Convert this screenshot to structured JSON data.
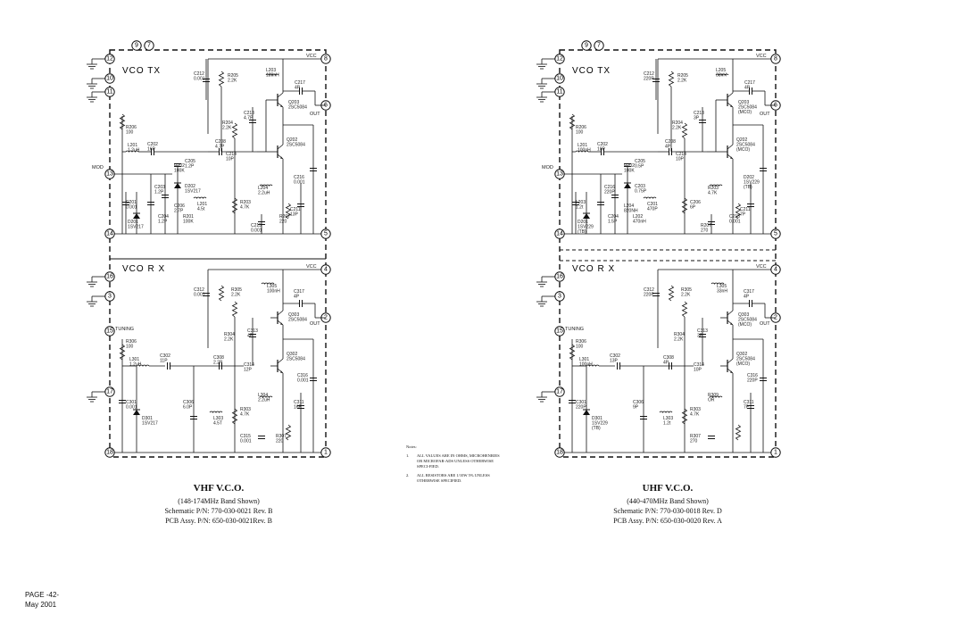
{
  "left": {
    "tx_label": "VCO   TX",
    "rx_label": "VCO   R X",
    "title": "VHF V.C.O.",
    "band": "(148-174MHz Band Shown)",
    "schematic": "Schematic P/N: 770-030-0021 Rev. B",
    "pcb": "PCB Assy. P/N: 650-030-0021Rev. B",
    "pins_left": [
      "12",
      "10",
      "11",
      "13",
      "14",
      "16",
      "3",
      "15",
      "17",
      "18"
    ],
    "pins_top": [
      "9",
      "7"
    ],
    "pins_right": [
      "8",
      "6",
      "5",
      "4",
      "2",
      "1"
    ],
    "nets": [
      "VCC",
      "OUT",
      "MOD",
      "VCC",
      "OUT",
      "TUNING"
    ],
    "tx_parts": [
      "C212\n0.001",
      "R205\n2.2K",
      "L203\n180nH",
      "C217\n4P",
      "Q203\n2SC5084",
      "R206\n100",
      "C213\n4.7P",
      "R204\n2.2K",
      "L201\n1.2uH",
      "C202\n16P",
      "C208\n4.7P",
      "Q202\n2SC5084",
      "R202\n100K",
      "C205\n1.2P",
      "C214\n10P",
      "C203\n1.2P",
      "D202\n1SV217",
      "C216\n0.001",
      "C201\n0.001",
      "C206\n2.7P",
      "L201\n4.5t",
      "R203\n4.7K",
      "L204\n2.2uH",
      "C211\n13P",
      "D201\n1SV217",
      "C204\n1.2P",
      "R201\n100K",
      "C215\n0.001",
      "R207\n220"
    ],
    "rx_parts": [
      "C312\n0.001",
      "R305\n2.2K",
      "L305\n100nH",
      "C317\n4P",
      "Q303\n2SC5084",
      "R304\n2.2K",
      "C313\n4P",
      "R306\n100",
      "L301\n1.2uH",
      "C302\n11P",
      "C308\n2.2P",
      "C314\n12P",
      "Q302\n2SC5084",
      "C316\n0.001",
      "C301\n0.001",
      "D301\n1SV217",
      "C306\n6.0P",
      "L303\n4.5T",
      "R303\n4.7K",
      "L304\n2.2uH",
      "C311\n16P",
      "C315\n0.001",
      "R307\n220"
    ]
  },
  "right": {
    "tx_label": "VCO   TX",
    "rx_label": "VCO   R X",
    "title": "UHF V.C.O.",
    "band": "(440-470MHz Band Shown)",
    "schematic": "Schematic P/N: 770-030-0018 Rev. D",
    "pcb": "PCB Assy. P/N: 650-030-0020 Rev. A",
    "pins_left": [
      "12",
      "10",
      "11",
      "13",
      "14",
      "16",
      "3",
      "15",
      "17",
      "18"
    ],
    "pins_top": [
      "9",
      "7"
    ],
    "pins_right": [
      "8",
      "6",
      "5",
      "4",
      "2",
      "1"
    ],
    "nets": [
      "VCC",
      "OUT",
      "MOD",
      "VCC",
      "OUT",
      "TUNING"
    ],
    "tx_parts": [
      "C212\n220P",
      "R205\n2.2K",
      "L205\n33nH",
      "C217\n4P",
      "Q203\n2SC5084\n(MCO)",
      "R206\n100",
      "C213\n3P",
      "R204\n2.2K",
      "L201\n100nH",
      "C202\n10P",
      "C208\n4P",
      "Q202\n2SC5084\n(MCO)",
      "R202\n100K",
      "C205\n0.5P",
      "C214\n10P",
      "C216\n220P",
      "C203\n0.75P",
      "D202\n1SV229\n(TB)",
      "L203\n1.2t",
      "L204\n820NH",
      "C201\n470P",
      "C206\n6P",
      "R203\n4.7K",
      "C211\n7P",
      "D201\n1SV229\n(TB)",
      "C204\n1.5P",
      "L202\n470nH",
      "R207\n270",
      "C215\n0.001"
    ],
    "rx_parts": [
      "C312\n220P",
      "R305\n2.2K",
      "L305\n33nH",
      "C317\n4P",
      "Q303\n2SC5084\n(MCO)",
      "R304\n2.2K",
      "C313\n3P",
      "R306\n100",
      "L301\n100nH",
      "C302\n13P",
      "C308\n4P",
      "C314\n10P",
      "Q302\n2SC5084\n(MCO)",
      "C316\n220P",
      "C301\n220P",
      "D301\n1SV229\n(TB)",
      "C306\n9P",
      "L303\n1.2t",
      "R303\n4.7K",
      "R309\nOR",
      "C311\n7P",
      "R307\n270"
    ]
  },
  "notes": {
    "heading": "Notes:",
    "items": [
      {
        "num": "1.",
        "text": "ALL VALUES ARE IN OHMS, MICROHENRIES OR MICROFAR-ADS UNLESS OTHERWISE SPECI-FIED."
      },
      {
        "num": "2.",
        "text": "ALL RESISTORS ARE 1/10W 5% UNLESS OTHERWISE SPECIFIED."
      }
    ]
  },
  "footer": {
    "page": "PAGE -42-",
    "date": "May 2001"
  }
}
